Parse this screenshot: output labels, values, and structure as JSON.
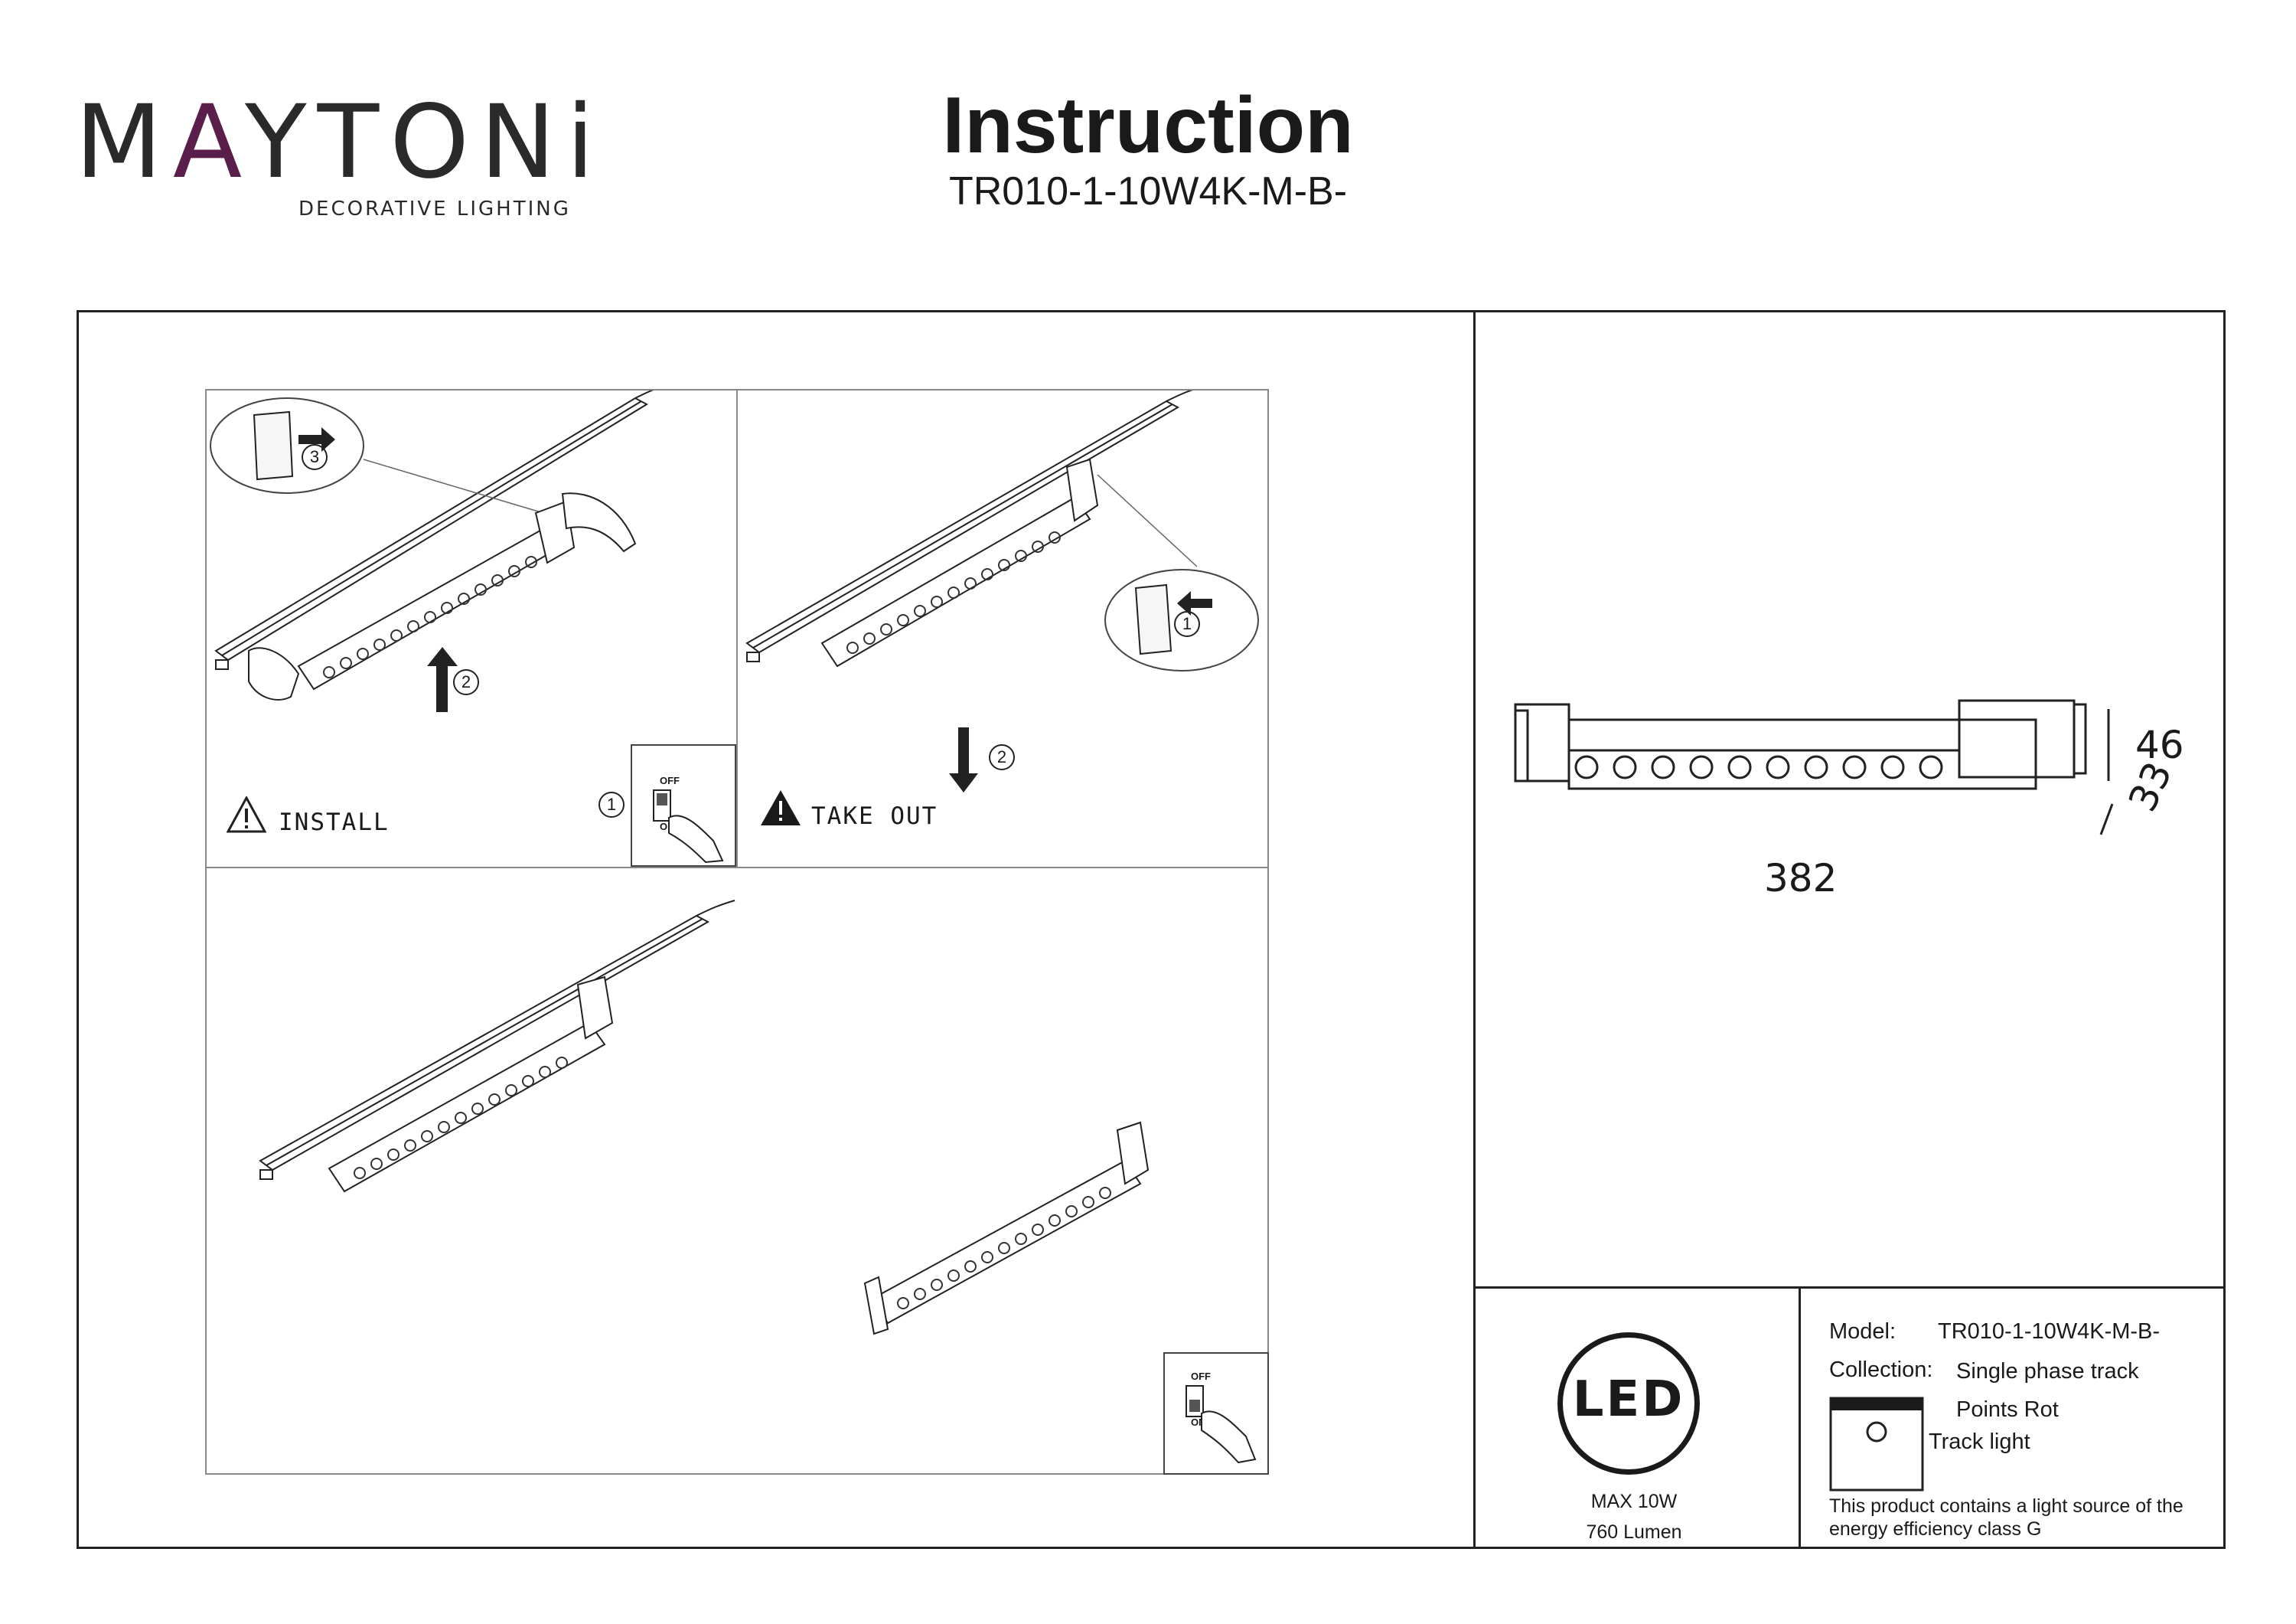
{
  "header": {
    "brand_first": "M",
    "brand_accent": "A",
    "brand_rest": "YTONi",
    "brand_tagline": "DECORATIVE LIGHTING",
    "title": "Instruction",
    "model": "TR010-1-10W4K-M-B-"
  },
  "steps": {
    "install_label": "INSTALL",
    "takeout_label": "TAKE OUT",
    "num_1": "1",
    "num_2": "2",
    "num_3": "3",
    "switch_off": "OFF",
    "switch_on": "ON"
  },
  "dimensions": {
    "length": "382",
    "height": "46",
    "width": "33"
  },
  "badge": {
    "led_text": "LED",
    "max_power": "MAX 10W",
    "lumen": "760 Lumen"
  },
  "specs": {
    "model_label": "Model:",
    "model_value": "TR010-1-10W4K-M-B-",
    "collection_label": "Collection:",
    "collection_value": "Single phase track",
    "collection_name": "Points Rot",
    "type": "Track light",
    "energy_note": "This product contains a light source of the energy efficiency class G"
  },
  "colors": {
    "brand_accent": "#5a1e4a",
    "line": "#222222"
  }
}
